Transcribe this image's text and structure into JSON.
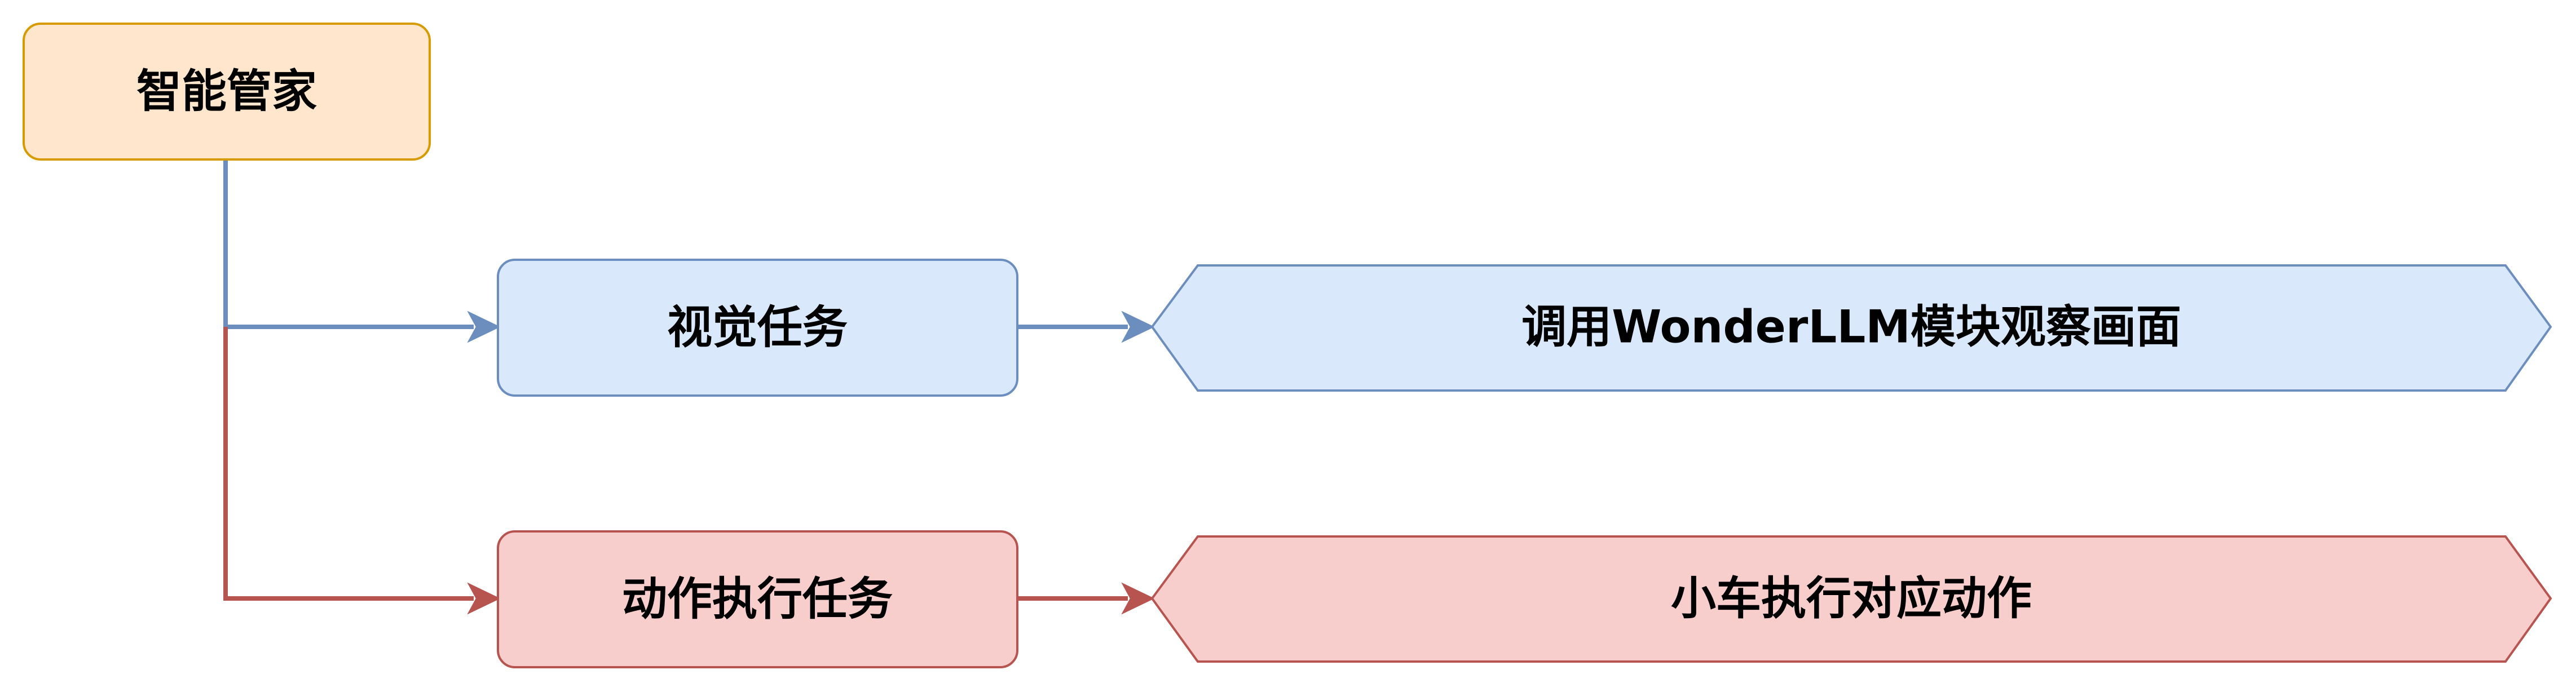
{
  "colors": {
    "root_fill": "#ffe6cc",
    "root_stroke": "#d79b00",
    "blue_fill": "#dae8fc",
    "blue_stroke": "#6c8ebf",
    "red_fill": "#f8cecc",
    "red_stroke": "#b85450",
    "text": "#000000"
  },
  "nodes": {
    "root": {
      "label": "智能管家"
    },
    "vision_task": {
      "label": "视觉任务"
    },
    "vision_result": {
      "label": "调用WonderLLM模块观察画面"
    },
    "action_task": {
      "label": "动作执行任务"
    },
    "action_result": {
      "label": "小车执行对应动作"
    }
  },
  "edges": [
    {
      "from": "root",
      "to": "vision_task",
      "color": "blue"
    },
    {
      "from": "vision_task",
      "to": "vision_result",
      "color": "blue"
    },
    {
      "from": "root",
      "to": "action_task",
      "color": "red"
    },
    {
      "from": "action_task",
      "to": "action_result",
      "color": "red"
    }
  ]
}
